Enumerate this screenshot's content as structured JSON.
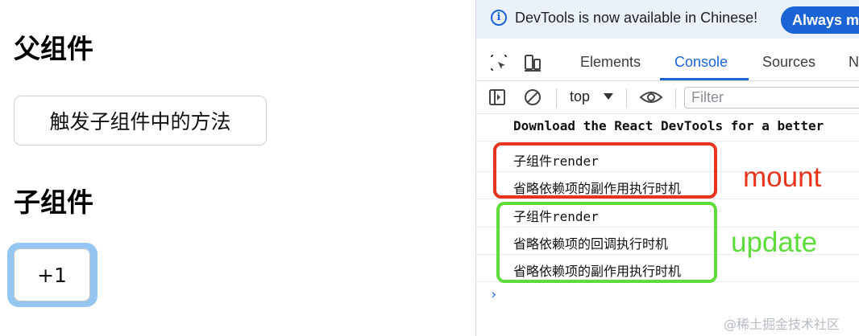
{
  "app": {
    "parent_heading": "父组件",
    "trigger_button": "触发子组件中的方法",
    "child_heading": "子组件",
    "increment_button": "+1"
  },
  "devtools": {
    "banner": {
      "text": "DevTools is now available in Chinese!",
      "button": "Always ma"
    },
    "tabs": [
      "Elements",
      "Console",
      "Sources",
      "N"
    ],
    "active_tab": "Console",
    "toolbar": {
      "context": "top",
      "filter_placeholder": "Filter"
    },
    "console_lines": [
      "Download the React DevTools for a better",
      "子组件render",
      "省略依赖项的副作用执行时机",
      "子组件render",
      "省略依赖项的回调执行时机",
      "省略依赖项的副作用执行时机"
    ]
  },
  "annotations": {
    "mount_label": "mount",
    "update_label": "update",
    "mount_color": "#e8341c",
    "update_color": "#5ddc3a"
  },
  "watermark": "@稀土掘金技术社区",
  "colors": {
    "accent": "#1a64d6",
    "banner_bg": "#eaf1fb",
    "focus_ring": "#95c6f2"
  },
  "icons": [
    "info-icon",
    "inspect-element-icon",
    "device-toggle-icon",
    "sidebar-toggle-icon",
    "clear-console-icon",
    "eye-icon",
    "chevron-right-icon"
  ]
}
